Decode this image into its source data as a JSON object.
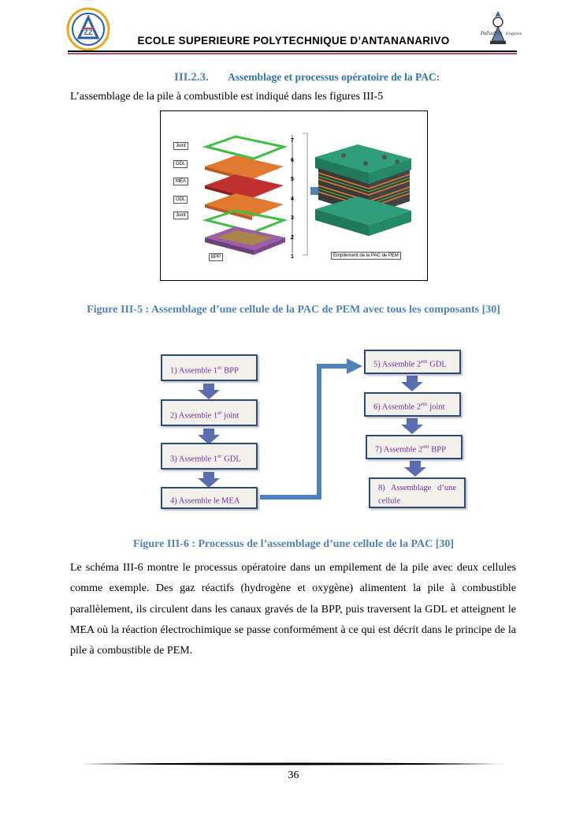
{
  "header": {
    "title": "ECOLE SUPERIEURE POLYTECHNIQUE D’ANTANANARIVO",
    "logo_right_text": "Industrie Engineering"
  },
  "section": {
    "number": "III.2.3.",
    "title": "Assemblage et processus opératoire de la PAC:"
  },
  "intro": "L’assemblage de la pile à combustible est indiqué dans les figures III-5",
  "figure1": {
    "labels": [
      "Joint",
      "GDL",
      "MEA",
      "GDL",
      "Joint"
    ],
    "bpp_label": "BPP",
    "numbers": [
      "7",
      "6",
      "5",
      "4",
      "3",
      "2",
      "1"
    ],
    "stack_label": "Empilement de la PAC de PEM",
    "caption": "Figure III-5 : Assemblage d’une cellule de la PAC de PEM avec tous les composants [30]"
  },
  "figure2": {
    "steps_left": [
      {
        "pre": "1) Assemble 1",
        "sup": "er",
        "post": " BPP"
      },
      {
        "pre": "2) Assemble 1",
        "sup": "er",
        "post": " joint"
      },
      {
        "pre": "3) Assemble 1",
        "sup": "er",
        "post": " GDL"
      },
      {
        "pre": "4) Assemble le MEA",
        "sup": "",
        "post": ""
      }
    ],
    "steps_right": [
      {
        "pre": "5) Assemble 2",
        "sup": "em",
        "post": " GDL"
      },
      {
        "pre": "6) Assemble 2",
        "sup": "em",
        "post": " joint"
      },
      {
        "pre": "7) Assemble 2",
        "sup": "em",
        "post": " BPP"
      },
      {
        "pre": "8) Assemblage d’une cellule",
        "sup": "",
        "post": ""
      }
    ],
    "caption": "Figure III-6 : Processus de l’assemblage d’une cellule de la PAC [30]"
  },
  "body": "Le schéma III-6 montre le processus opératoire dans un empilement de la pile avec deux cellules comme exemple. Des gaz réactifs (hydrogène et oxygène) alimentent la pile à combustible parallèlement, ils circulent dans les canaux gravés de la BPP, puis traversent la GDL et atteignent le MEA où la réaction électrochimique se passe conformément à ce qui est décrit dans le principe de la pile à combustible de PEM.",
  "page_number": "36"
}
